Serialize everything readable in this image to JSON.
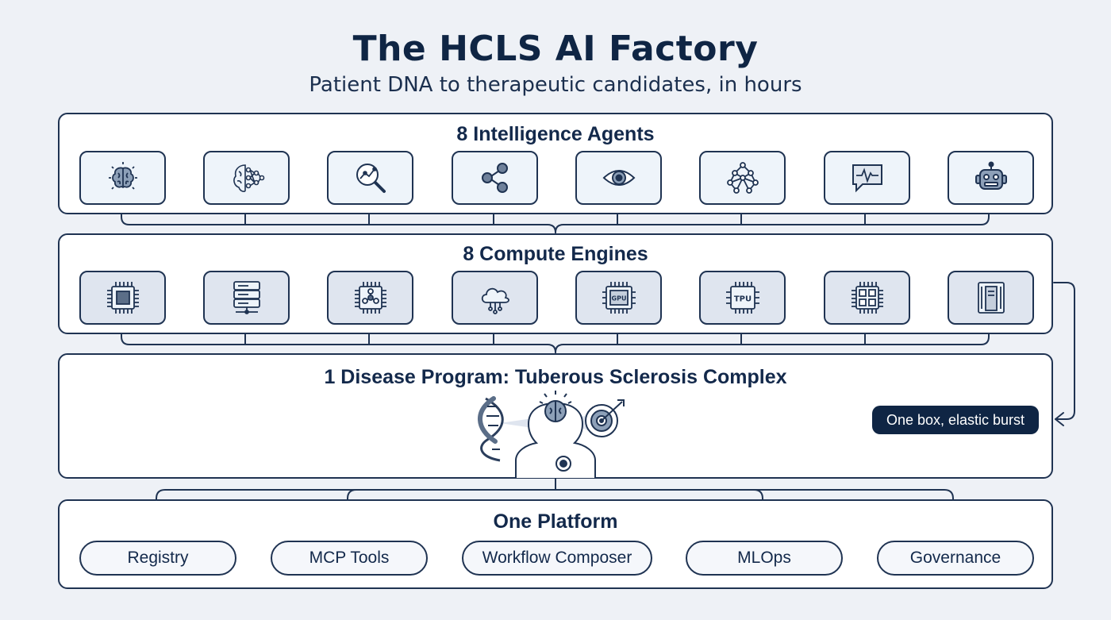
{
  "header": {
    "title": "The HCLS AI Factory",
    "subtitle": "Patient DNA to therapeutic candidates, in hours"
  },
  "agents": {
    "title": "8 Intelligence Agents",
    "icons": [
      "brain-icon",
      "neural-network-icon",
      "analytics-search-icon",
      "share-nodes-icon",
      "eye-icon",
      "network-graph-icon",
      "heartbeat-chat-icon",
      "robot-icon"
    ]
  },
  "engines": {
    "title": "8 Compute Engines",
    "icons": [
      "cpu-chip-icon",
      "server-rack-icon",
      "molecule-chip-icon",
      "cloud-compute-icon",
      "gpu-chip-icon",
      "tpu-chip-icon",
      "grid-chip-icon",
      "server-tower-icon"
    ],
    "gpu_label": "GPU",
    "tpu_label": "TPU"
  },
  "program": {
    "title": "1 Disease Program: Tuberous Sclerosis Complex",
    "badge": "One box, elastic burst",
    "illustration_icons": [
      "dna-helix-icon",
      "person-brain-icon",
      "target-icon"
    ]
  },
  "platform": {
    "title": "One Platform",
    "items": [
      "Registry",
      "MCP Tools",
      "Workflow Composer",
      "MLOps",
      "Governance"
    ]
  },
  "colors": {
    "background": "#eef1f6",
    "ink": "#13294b",
    "accent_dark": "#0f2544",
    "agent_tile": "#eef4fa",
    "engine_tile": "#dfe5ef"
  }
}
